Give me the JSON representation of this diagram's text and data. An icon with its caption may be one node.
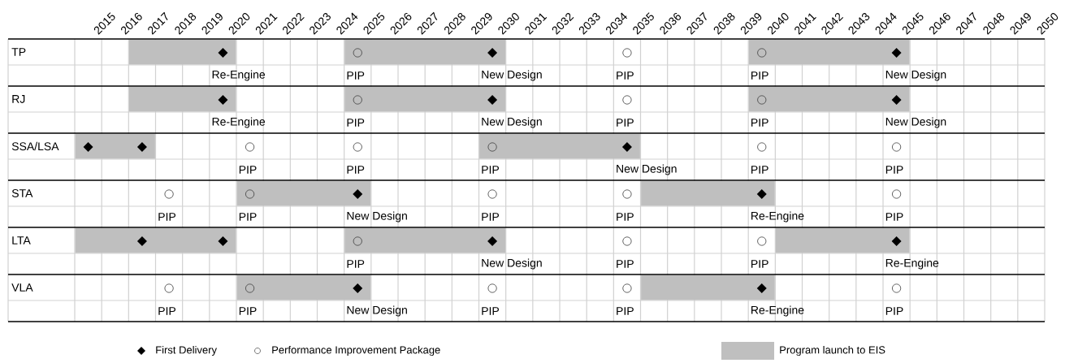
{
  "diagram": {
    "labels": [
      "2015",
      "2016",
      "2017",
      "2018",
      "2019",
      "2020",
      "2021",
      "2022",
      "2023",
      "2024",
      "2025",
      "2026",
      "2027",
      "2028",
      "2029",
      "2030",
      "2031",
      "2032",
      "2033",
      "2034",
      "2035",
      "2036",
      "2037",
      "2038",
      "2039",
      "2040",
      "2041",
      "2042",
      "2043",
      "2044",
      "2045",
      "2046",
      "2047",
      "2048",
      "2049",
      "2050",
      "TP",
      "Re-Engine",
      "PIP",
      "New Design",
      "PIP",
      "PIP",
      "New Design",
      "RJ",
      "Re-Engine",
      "PIP",
      "New Design",
      "PIP",
      "PIP",
      "New Design",
      "SSA/LSA",
      "PIP",
      "PIP",
      "PIP",
      "New Design",
      "PIP",
      "PIP",
      "STA",
      "PIP",
      "PIP",
      "New Design",
      "PIP",
      "PIP",
      "Re-Engine",
      "PIP",
      "LTA",
      "PIP",
      "New Design",
      "PIP",
      "PIP",
      "Re-Engine",
      "VLA",
      "PIP",
      "PIP",
      "New Design",
      "PIP",
      "PIP",
      "Re-Engine",
      "PIP"
    ],
    "legend": [
      {
        "text": "First Delivery"
      },
      {
        "text": "Performance Improvement Package"
      },
      {
        "text": "Program launch to EIS",
        "color": "#bfbfbf"
      }
    ]
  }
}
